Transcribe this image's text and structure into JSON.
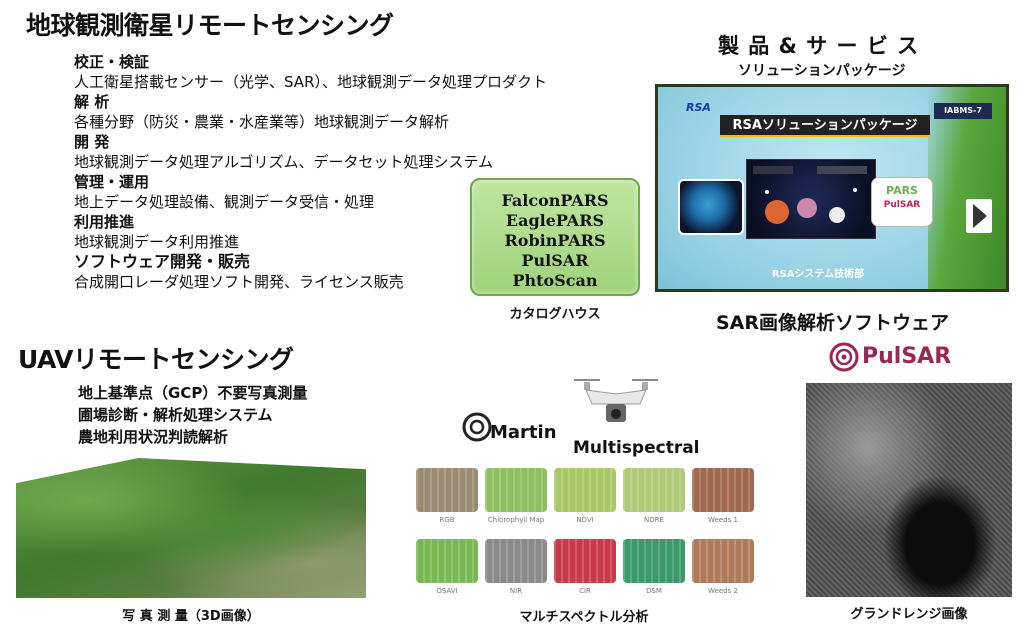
{
  "satellite": {
    "title": "地球観測衛星リモートセンシング",
    "services": [
      {
        "head": "校正・検証",
        "desc": "人工衛星搭載センサー（光学、SAR）、地球観測データ処理プロダクト"
      },
      {
        "head": "解 析",
        "desc": "各種分野（防災・農業・水産業等）地球観測データ解析"
      },
      {
        "head": "開 発",
        "desc": "地球観測データ処理アルゴリズム、データセット処理システム"
      },
      {
        "head": "管理・運用",
        "desc": "地上データ処理設備、観測データ受信・処理"
      },
      {
        "head": "利用推進",
        "desc": "地球観測データ利用推進"
      },
      {
        "head": "ソフトウェア開発・販売",
        "desc": "合成開口レーダ処理ソフト開発、ライセンス販売"
      }
    ]
  },
  "products": {
    "title": "製 品 & サ ー ビ ス",
    "subtitle": "ソリューションパッケージ",
    "items": [
      "FalconPARS",
      "EaglePARS",
      "RobinPARS",
      "PulSAR",
      "PhtoScan"
    ],
    "caption": "カタログハウス",
    "slide": {
      "logo": "RSA",
      "tag": "IABMS-7",
      "title": "RSAソリューションパッケージ",
      "pars_a": "PARS",
      "pars_b": "PulSAR",
      "footer": "RSAシステム技術部"
    }
  },
  "sar": {
    "title": "SAR画像解析ソフトウェア",
    "logo_text": "PulSAR",
    "caption": "グランドレンジ画像"
  },
  "uav": {
    "title": "UAVリモートセンシング",
    "items": [
      "地上基準点（GCP）不要写真測量",
      "圃場診断・解析処理システム",
      "農地利用状況判読解析"
    ],
    "image_caption": "写 真 測 量（3D画像）"
  },
  "multispectral": {
    "brand": "Martin",
    "title": "Multispectral",
    "caption": "マルチスペクトル分析",
    "tiles": [
      {
        "label": "RGB",
        "color": "#9a8a72"
      },
      {
        "label": "Chlorophyll Map",
        "color": "#8fc060"
      },
      {
        "label": "NDVI",
        "color": "#a8c868"
      },
      {
        "label": "NDRE",
        "color": "#b0c878"
      },
      {
        "label": "Weeds 1",
        "color": "#a06a50"
      },
      {
        "label": "OSAVI",
        "color": "#78b850"
      },
      {
        "label": "NIR",
        "color": "#8a8a8a"
      },
      {
        "label": "CIR",
        "color": "#c83a4a"
      },
      {
        "label": "DSM",
        "color": "#3a9a6a"
      },
      {
        "label": "Weeds 2",
        "color": "#b07a5a"
      }
    ]
  }
}
